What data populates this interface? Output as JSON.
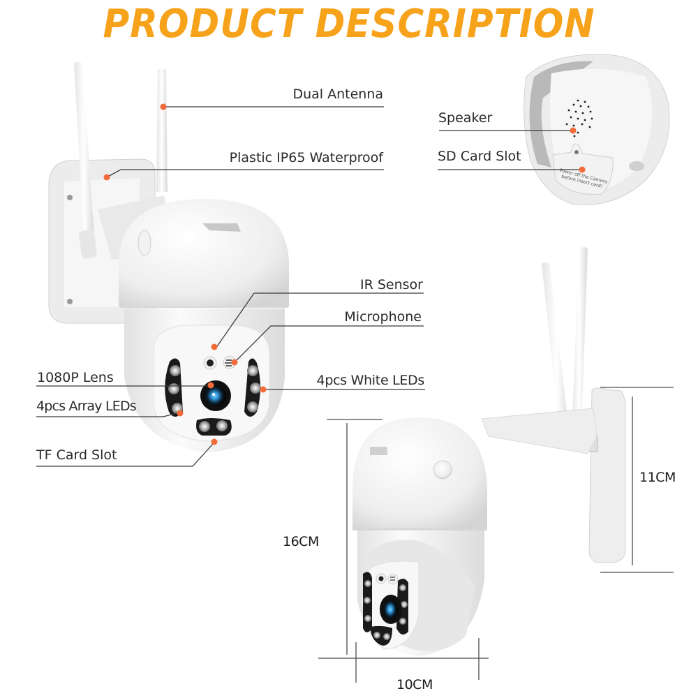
{
  "title": "PRODUCT DESCRIPTION",
  "colors": {
    "title": "#f7a21b",
    "callout_dot": "#f26b3a",
    "line": "#3a3a3a",
    "body_white": "#f4f4f4",
    "shadow": "#d6d6d6",
    "lens_blue": "#2b8fd1",
    "led_ring": "#1c1c1c"
  },
  "callouts": {
    "dual_antenna": "Dual Antenna",
    "waterproof": "Plastic IP65 Waterproof",
    "speaker": "Speaker",
    "sd_card_slot": "SD Card Slot",
    "ir_sensor": "IR Sensor",
    "microphone": "Microphone",
    "lens": "1080P Lens",
    "white_leds": "4pcs White LEDs",
    "array_leds": "4pcs Array LEDs",
    "tf_card_slot": "TF Card Slot"
  },
  "sd_cover_text": [
    "Power off the Camera",
    "before insert card!"
  ],
  "dimensions": {
    "height": "16CM",
    "width": "10CM",
    "mount_height": "11CM"
  }
}
